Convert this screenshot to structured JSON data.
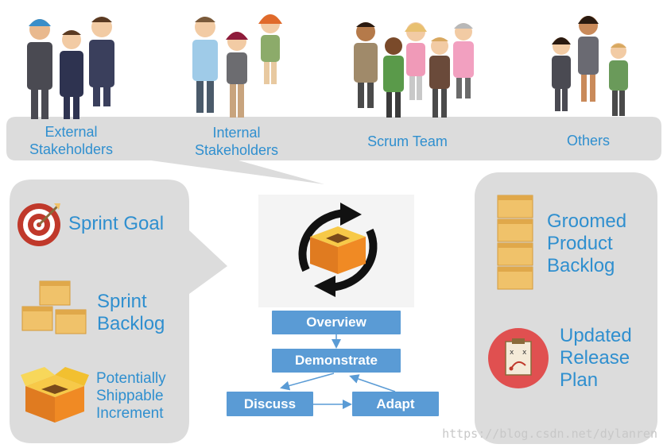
{
  "stakeholders": [
    {
      "label": "External\nStakeholders"
    },
    {
      "label": "Internal\nStakeholders"
    },
    {
      "label": "Scrum Team"
    },
    {
      "label": "Others"
    }
  ],
  "inputs": {
    "sprint_goal": "Sprint Goal",
    "sprint_backlog": "Sprint\nBacklog",
    "increment": "Potentially\nShippable\nIncrement"
  },
  "outputs": {
    "groomed_backlog": "Groomed\nProduct\nBacklog",
    "release_plan": "Updated\nRelease\nPlan"
  },
  "flow": {
    "overview": "Overview",
    "demonstrate": "Demonstrate",
    "discuss": "Discuss",
    "adapt": "Adapt"
  },
  "watermark": "https://blog.csdn.net/dylanren",
  "colors": {
    "accent": "#2f8fcf",
    "flow_box": "#5a9bd5",
    "bubble": "#dcdcdc",
    "box_tan": "#f0c26a",
    "target_red": "#c0392b"
  }
}
